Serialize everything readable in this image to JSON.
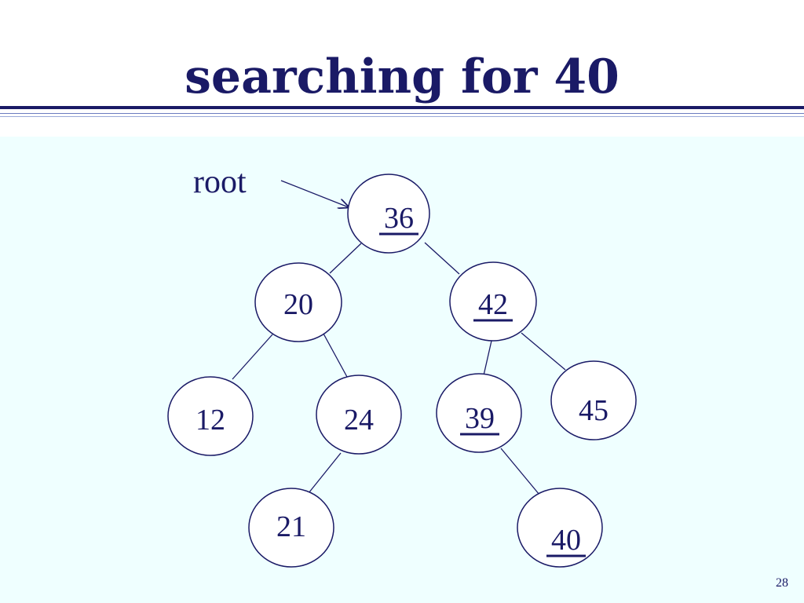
{
  "slide": {
    "title": "searching for 40",
    "root_label": "root",
    "page_number": "28"
  },
  "tree": {
    "nodes": [
      {
        "id": "n36",
        "label": "36",
        "on_search_path": true
      },
      {
        "id": "n20",
        "label": "20",
        "on_search_path": false
      },
      {
        "id": "n42",
        "label": "42",
        "on_search_path": true
      },
      {
        "id": "n12",
        "label": "12",
        "on_search_path": false
      },
      {
        "id": "n24",
        "label": "24",
        "on_search_path": false
      },
      {
        "id": "n39",
        "label": "39",
        "on_search_path": true
      },
      {
        "id": "n45",
        "label": "45",
        "on_search_path": false
      },
      {
        "id": "n21",
        "label": "21",
        "on_search_path": false
      },
      {
        "id": "n40",
        "label": "40",
        "on_search_path": true
      }
    ],
    "edges": [
      [
        "n36",
        "n20"
      ],
      [
        "n36",
        "n42"
      ],
      [
        "n20",
        "n12"
      ],
      [
        "n20",
        "n24"
      ],
      [
        "n24",
        "n21"
      ],
      [
        "n42",
        "n39"
      ],
      [
        "n42",
        "n45"
      ],
      [
        "n39",
        "n40"
      ]
    ]
  },
  "colors": {
    "ink": "#1a1a66",
    "band": "#efffff"
  }
}
